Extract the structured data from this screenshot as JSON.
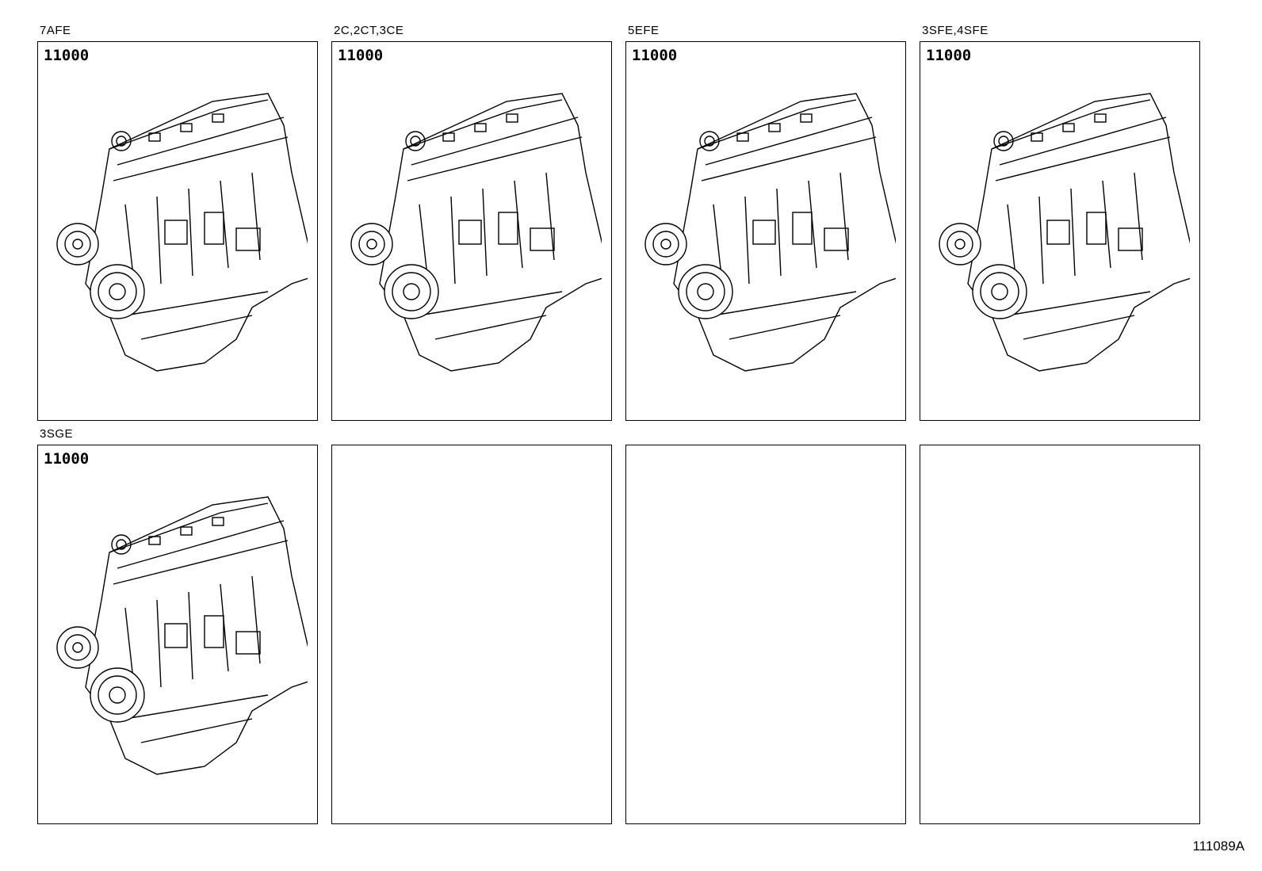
{
  "panels": [
    {
      "engine": "7AFE",
      "part_number": "11000",
      "illustration": "engine-assembly"
    },
    {
      "engine": "2C,2CT,3CE",
      "part_number": "11000",
      "illustration": "engine-assembly"
    },
    {
      "engine": "5EFE",
      "part_number": "11000",
      "illustration": "engine-assembly"
    },
    {
      "engine": "3SFE,4SFE",
      "part_number": "11000",
      "illustration": "engine-assembly"
    },
    {
      "engine": "3SGE",
      "part_number": "11000",
      "illustration": "engine-assembly"
    },
    {
      "engine": "",
      "part_number": ""
    },
    {
      "engine": "",
      "part_number": ""
    },
    {
      "engine": "",
      "part_number": ""
    }
  ],
  "illustration_id": "111089A"
}
